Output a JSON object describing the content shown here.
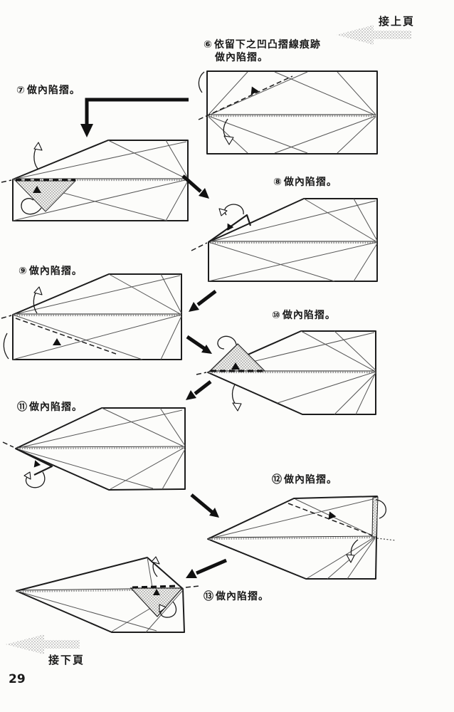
{
  "page": {
    "number": "29"
  },
  "nav": {
    "prev": {
      "label": "接上頁",
      "icon": "halftone-arrow-left"
    },
    "next": {
      "label": "接下頁",
      "icon": "halftone-arrow-left"
    }
  },
  "steps": {
    "s6": {
      "marker": "⑥",
      "line1": "依留下之凹凸摺線痕跡",
      "line2": "做內陷摺。"
    },
    "s7": {
      "marker": "⑦",
      "text": "做內陷摺。"
    },
    "s8": {
      "marker": "⑧",
      "text": "做內陷摺。"
    },
    "s9": {
      "marker": "⑨",
      "text": "做內陷摺。"
    },
    "s10": {
      "marker": "⑩",
      "text": "做內陷摺。"
    },
    "s11": {
      "marker": "⑪",
      "text": "做內陷摺。"
    },
    "s12": {
      "marker": "⑫",
      "text": "做內陷摺。"
    },
    "s13": {
      "marker": "⑬",
      "text": "做內陷摺。"
    }
  },
  "colors": {
    "line": "#1c1c1c",
    "crease": "#555555",
    "halftone_shade": "#9a9a9a",
    "nav_arrow": "#bcbcbc",
    "background": "#fcfcfa"
  }
}
